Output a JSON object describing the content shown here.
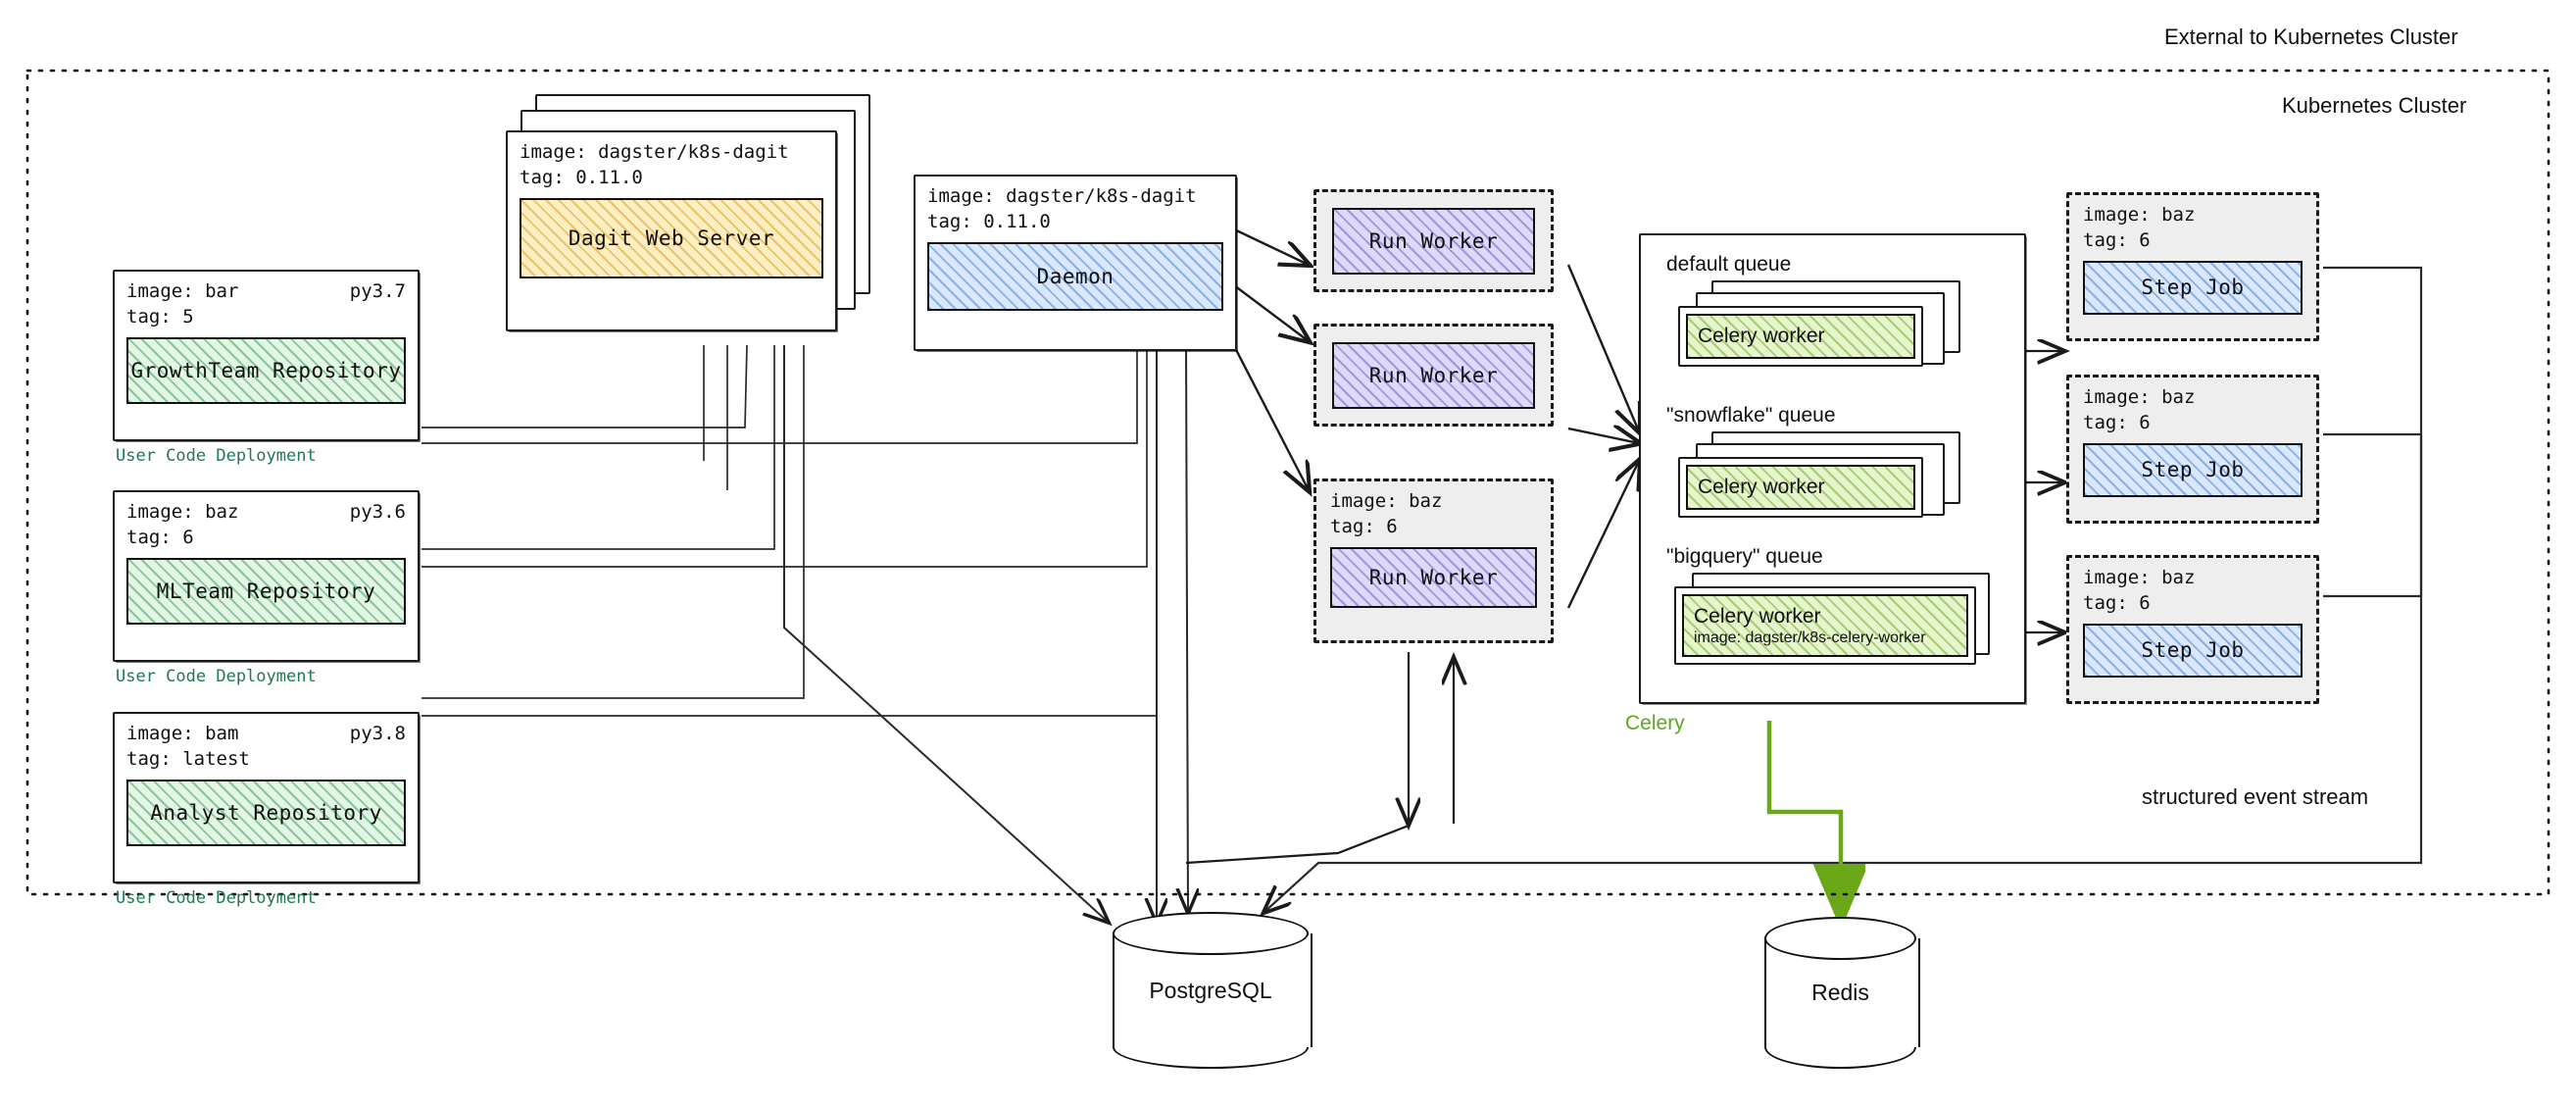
{
  "regions": {
    "external_label": "External to Kubernetes Cluster",
    "cluster_label": "Kubernetes Cluster",
    "event_stream_label": "structured event stream"
  },
  "user_code_deployments": [
    {
      "image": "image: bar",
      "py": "py3.7",
      "tag": "tag: 5",
      "repository": "GrowthTeam Repository",
      "caption": "User Code Deployment"
    },
    {
      "image": "image: baz",
      "py": "py3.6",
      "tag": "tag: 6",
      "repository": "MLTeam Repository",
      "caption": "User Code Deployment"
    },
    {
      "image": "image: bam",
      "py": "py3.8",
      "tag": "tag: latest",
      "repository": "Analyst Repository",
      "caption": "User Code Deployment"
    }
  ],
  "dagit": {
    "image": "image: dagster/k8s-dagit",
    "tag": "tag: 0.11.0",
    "title": "Dagit Web Server",
    "replicas": 3
  },
  "daemon": {
    "image": "image: dagster/k8s-dagit",
    "tag": "tag: 0.11.0",
    "title": "Daemon"
  },
  "run_workers": [
    {
      "title": "Run Worker",
      "image": "",
      "tag": ""
    },
    {
      "title": "Run Worker",
      "image": "",
      "tag": ""
    },
    {
      "title": "Run Worker",
      "image": "image: baz",
      "tag": "tag: 6"
    }
  ],
  "celery": {
    "group_label": "Celery",
    "queues": [
      {
        "label": "default queue",
        "worker": "Celery worker",
        "worker_image": "",
        "replicas": 3
      },
      {
        "label": "\"snowflake\" queue",
        "worker": "Celery worker",
        "worker_image": "",
        "replicas": 3
      },
      {
        "label": "\"bigquery\" queue",
        "worker": "Celery worker",
        "worker_image": "image: dagster/k8s-celery-worker",
        "replicas": 2
      }
    ]
  },
  "step_jobs": [
    {
      "image": "image: baz",
      "tag": "tag: 6",
      "title": "Step Job"
    },
    {
      "image": "image: baz",
      "tag": "tag: 6",
      "title": "Step Job"
    },
    {
      "image": "image: baz",
      "tag": "tag: 6",
      "title": "Step Job"
    }
  ],
  "databases": [
    {
      "name": "PostgreSQL"
    },
    {
      "name": "Redis"
    }
  ],
  "colors": {
    "repository_fill": "#e3f5e4",
    "dagit_fill": "#fdeec6",
    "daemon_fill": "#dbe8fb",
    "run_worker_fill": "#ddd9f7",
    "step_job_fill": "#dbe8fb",
    "celery_worker_fill": "#e6f5cd",
    "deployment_caption": "#1f7a51",
    "celery_label": "#5aa81f",
    "redis_link": "#6aa818",
    "stroke": "#1b1b1b"
  }
}
